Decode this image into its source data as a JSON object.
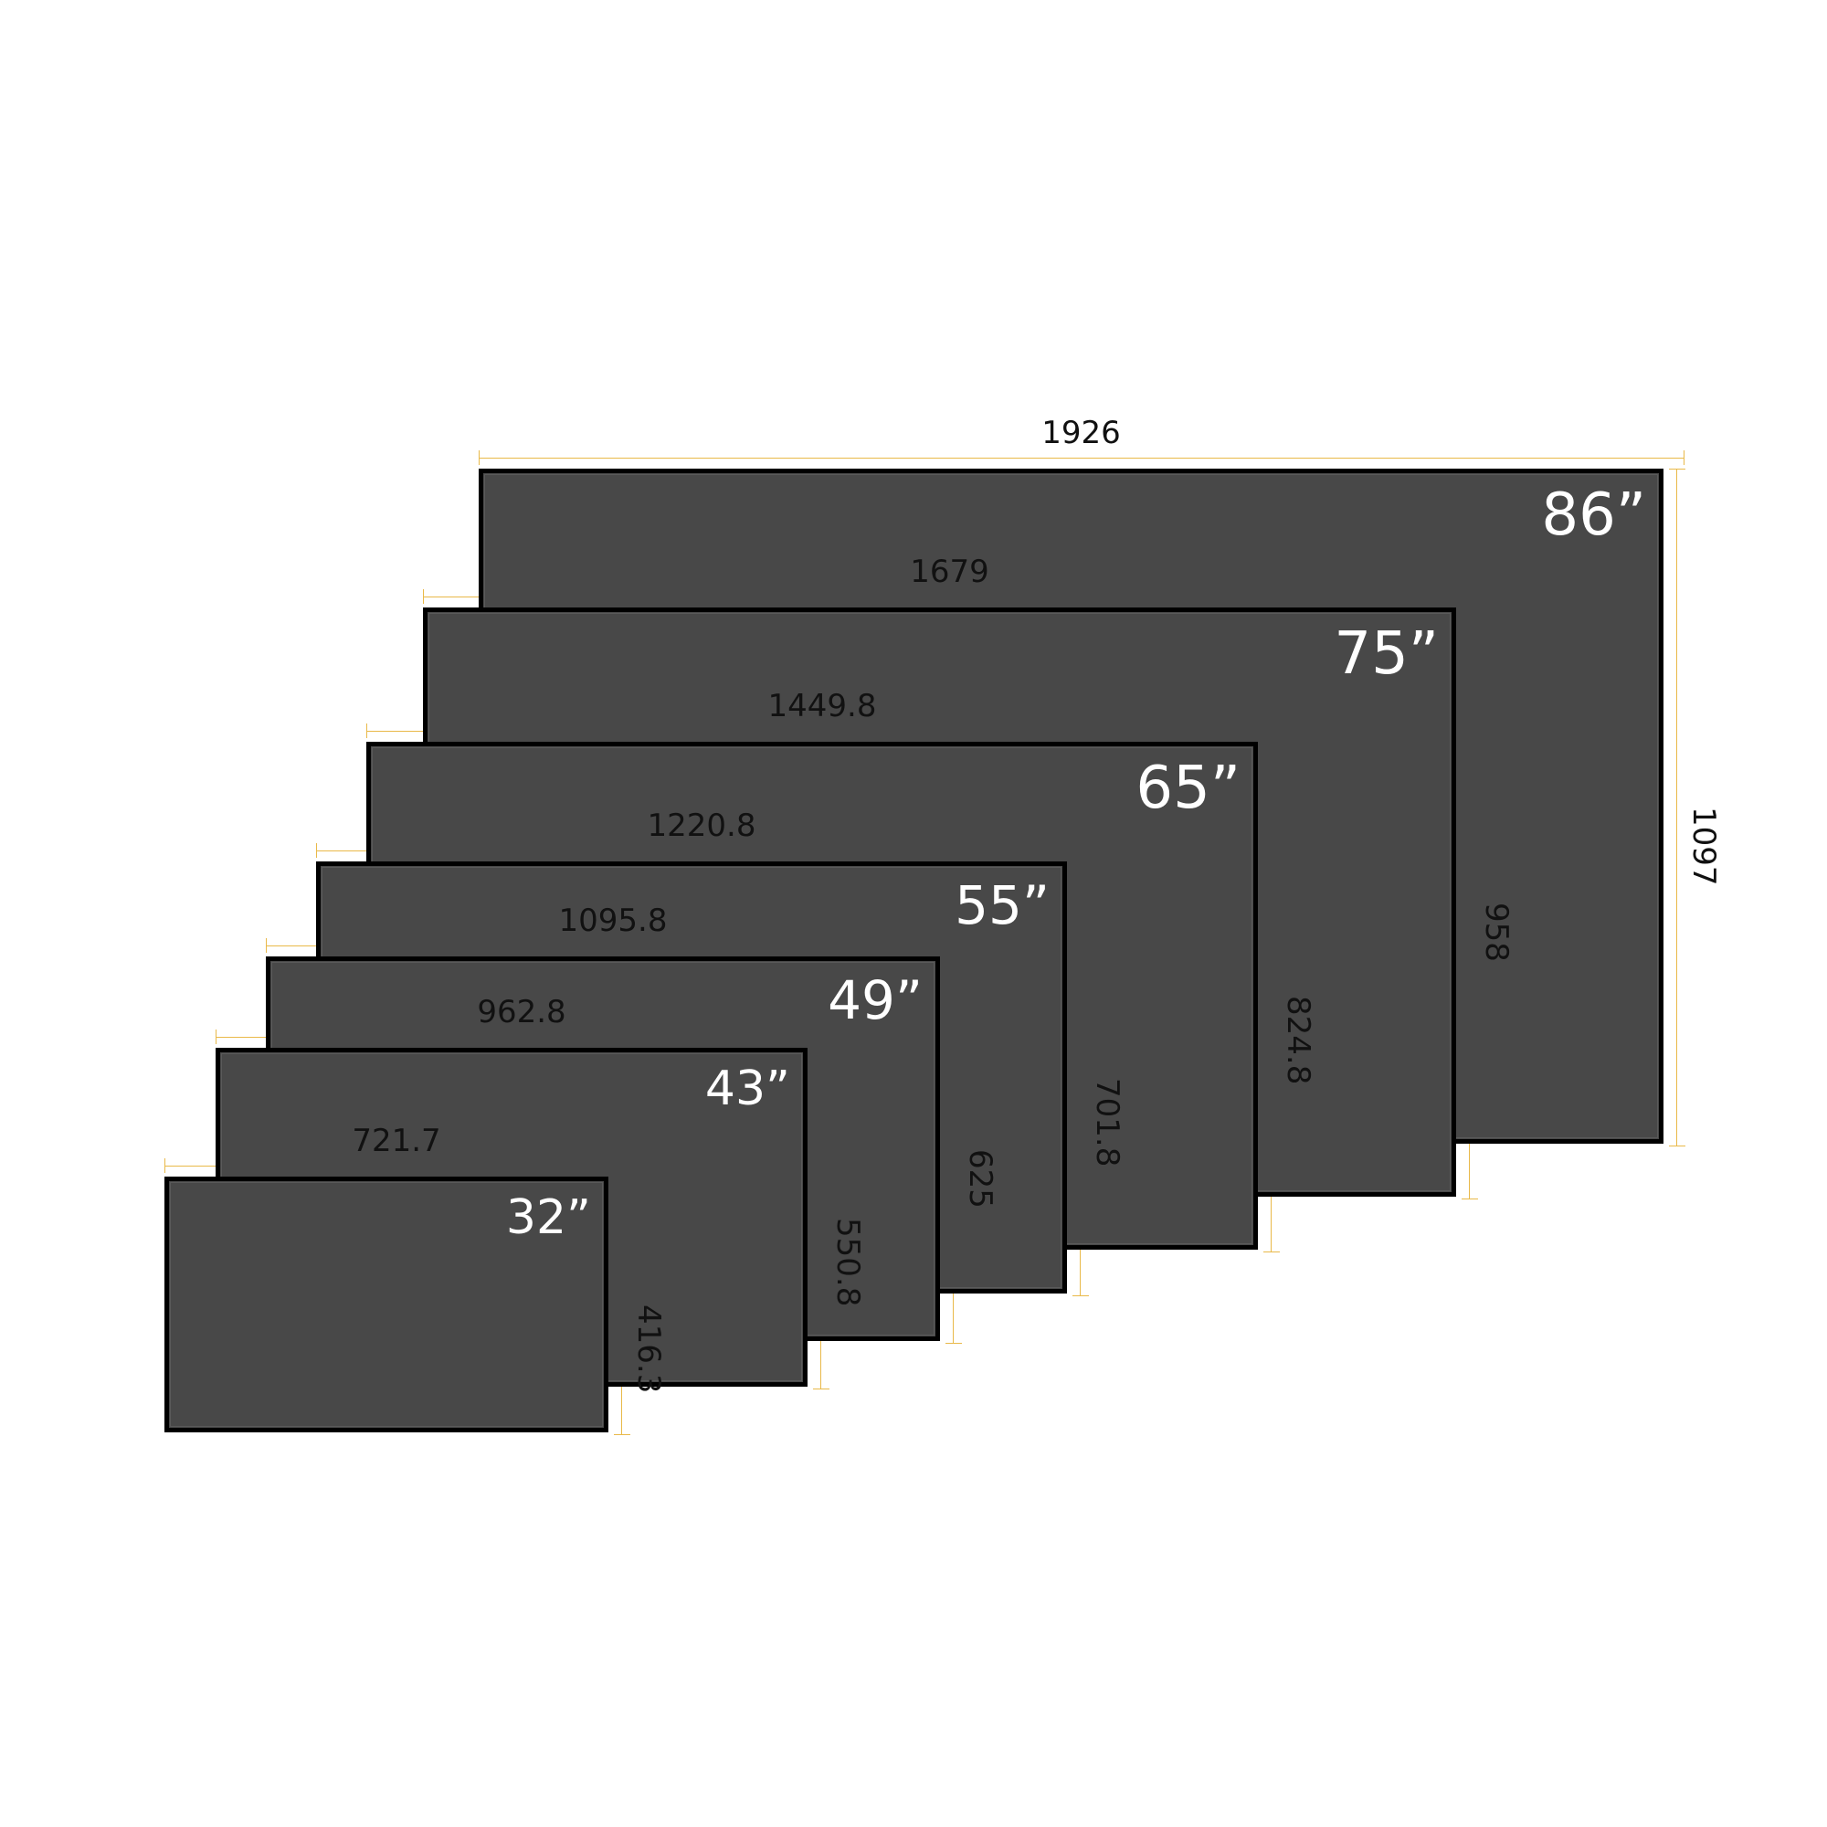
{
  "colors": {
    "screen": "#484848",
    "bezel": "#000000",
    "dimension_line": "#e9b949",
    "size_label": "#ffffff",
    "dimension_text": "#111111",
    "background": "#ffffff"
  },
  "tvs": [
    {
      "size_label": "86”",
      "width": "1926",
      "height": "1097",
      "width_mm": 1926,
      "height_mm": 1097
    },
    {
      "size_label": "75”",
      "width": "1679",
      "height": "958",
      "width_mm": 1679,
      "height_mm": 958
    },
    {
      "size_label": "65”",
      "width": "1449.8",
      "height": "824.8",
      "width_mm": 1449.8,
      "height_mm": 824.8
    },
    {
      "size_label": "55”",
      "width": "1220.8",
      "height": "701.8",
      "width_mm": 1220.8,
      "height_mm": 701.8
    },
    {
      "size_label": "49”",
      "width": "1095.8",
      "height": "625",
      "width_mm": 1095.8,
      "height_mm": 625
    },
    {
      "size_label": "43”",
      "width": "962.8",
      "height": "550.8",
      "width_mm": 962.8,
      "height_mm": 550.8
    },
    {
      "size_label": "32”",
      "width": "721.7",
      "height": "416.3",
      "width_mm": 721.7,
      "height_mm": 416.3
    }
  ]
}
